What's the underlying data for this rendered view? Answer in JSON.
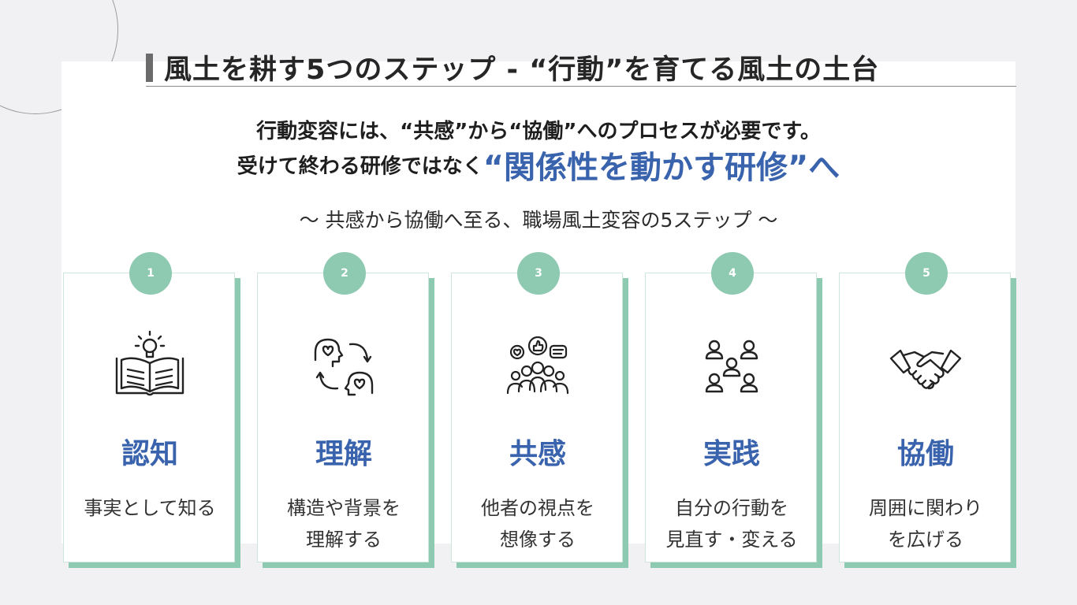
{
  "title": "風土を耕す5つのステップ - “行動”を育てる風土の土台",
  "headline_line1": "行動変容には、“共感”から“協働”へのプロセスが必要です。",
  "headline_line2_plain": "受けて終わる研修ではなく",
  "headline_line2_accent": "“関係性を動かす研修”へ",
  "subheading": "～ 共感から協働へ至る、職場風土変容の5ステップ ～",
  "colors": {
    "accent_blue": "#3a63ad",
    "accent_green": "#8ec9b2",
    "background": "#f1f1f3"
  },
  "steps": [
    {
      "number": "1",
      "label": "認知",
      "description": "事実として知る",
      "icon": "open-book-lightbulb-icon"
    },
    {
      "number": "2",
      "label": "理解",
      "description": "構造や背景を\n理解する",
      "icon": "heads-exchange-icon"
    },
    {
      "number": "3",
      "label": "共感",
      "description": "他者の視点を\n想像する",
      "icon": "group-reactions-icon"
    },
    {
      "number": "4",
      "label": "実践",
      "description": "自分の行動を\n見直す・変える",
      "icon": "people-network-icon"
    },
    {
      "number": "5",
      "label": "協働",
      "description": "周囲に関わり\nを広げる",
      "icon": "handshake-icon"
    }
  ]
}
